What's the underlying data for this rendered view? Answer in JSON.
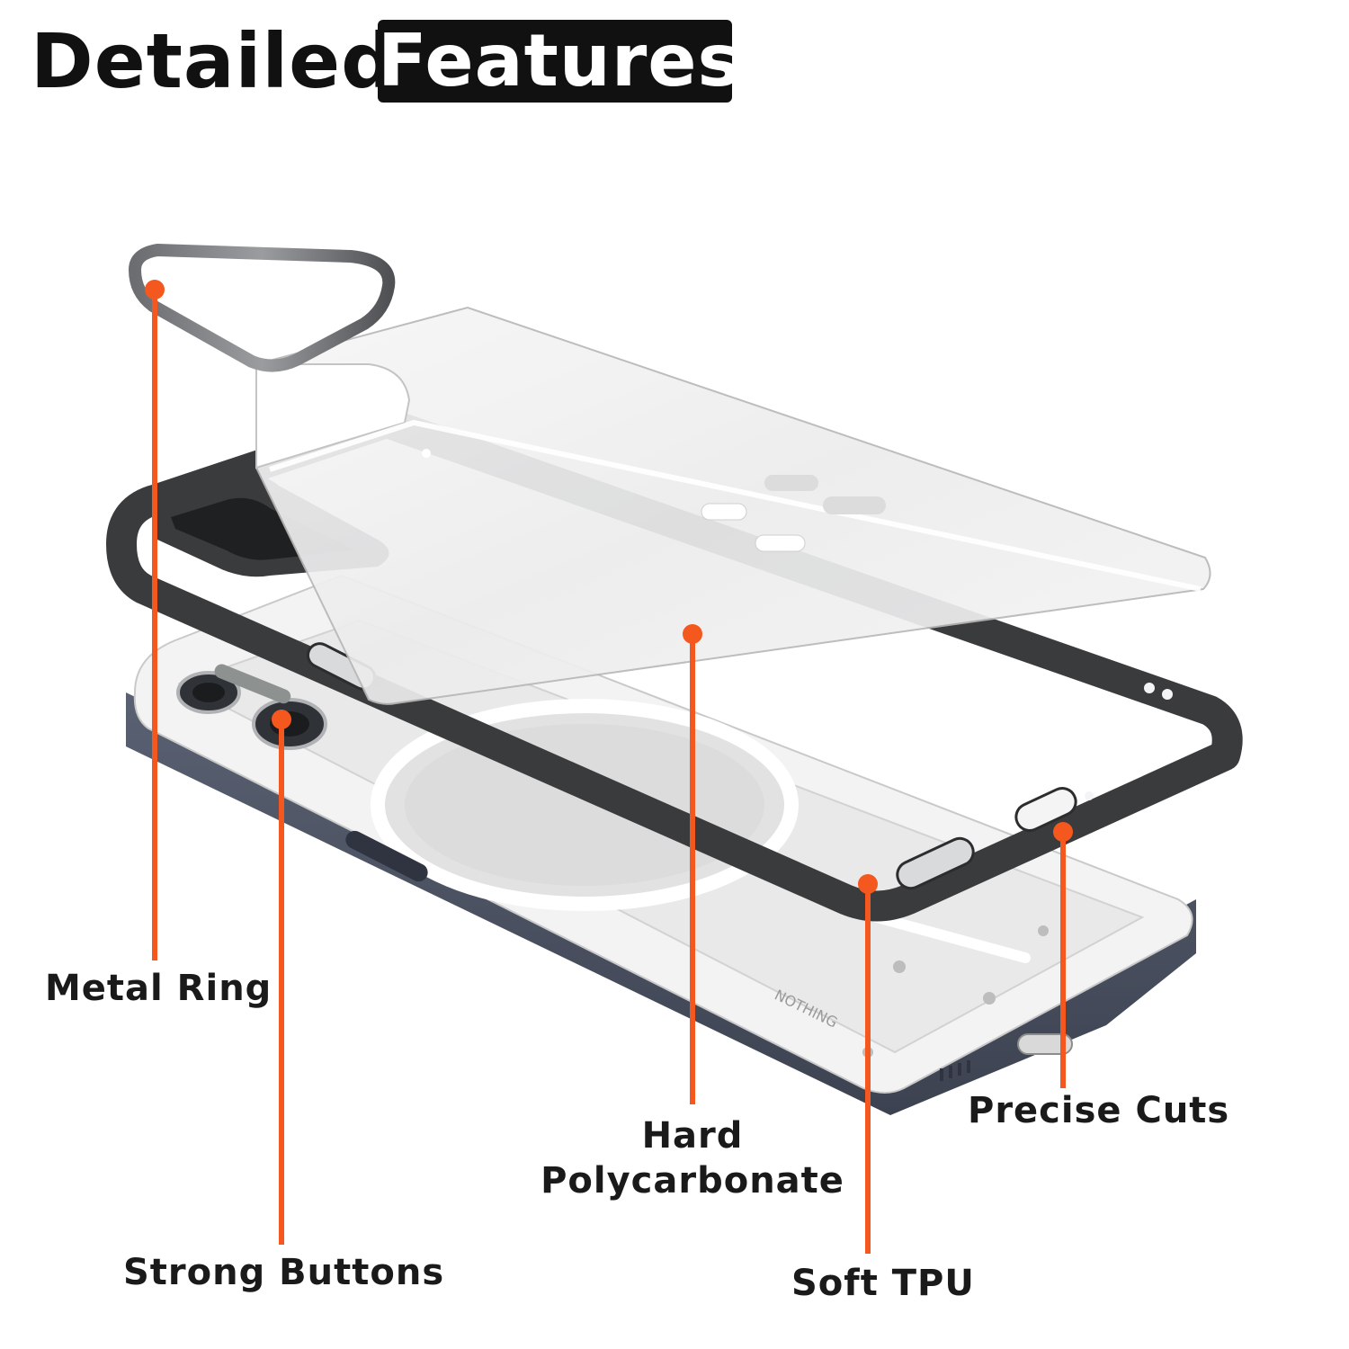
{
  "header": {
    "title_plain": "Detailed",
    "title_highlight": "Features"
  },
  "callouts": [
    {
      "label": "Metal Ring"
    },
    {
      "label": "Strong Buttons"
    },
    {
      "label": "Hard Polycarbonate"
    },
    {
      "label": "Soft TPU"
    },
    {
      "label": "Precise Cuts"
    }
  ],
  "phone_back_text": "NOTHING",
  "colors": {
    "accent": "#F4581E",
    "frame": "#3a3b3d",
    "phone_edge": "#4a5060",
    "title": "#111111"
  }
}
